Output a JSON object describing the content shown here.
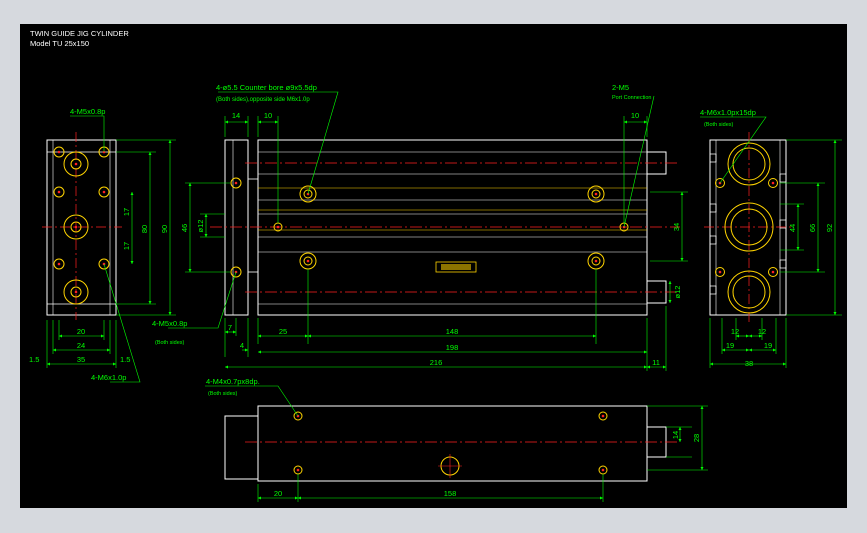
{
  "title": {
    "line1": "TWIN GUIDE JIG CYLINDER",
    "line2": "Model  TU  25x150"
  },
  "colors": {
    "background": "#000000",
    "outline": "#ffffff",
    "dimension": "#00ff00",
    "center_line": "#ff2020",
    "hole": "#ffd400",
    "hole_center": "#ff2020"
  },
  "callouts": {
    "counterbore": "4-ø5.5 Counter bore  ø9x5.5dp",
    "counterbore_sub": "(Both sides),opposite side  M6x1.0p",
    "port": "2-M5",
    "port_sub": "Port Connection",
    "left_top": "4-M5x0.8p",
    "left_bottom": "4-M6x1.0p",
    "front_left": "4-M5x0.8p",
    "front_left_sub": "(Both sides)",
    "right_top": "4-M6x1.0px15dp",
    "right_top_sub": "(Both sides)",
    "bottom_view": "4-M4x0.7px8dp.",
    "bottom_view_sub": "(Both sides)"
  },
  "dims": {
    "left_view": {
      "d90": "90",
      "d80": "80",
      "d17a": "17",
      "d17b": "17",
      "d20": "20",
      "d24": "24",
      "d35": "35",
      "d15a": "1.5",
      "d15b": "1.5"
    },
    "front_view": {
      "d14": "14",
      "d10a": "10",
      "d10b": "10",
      "d46": "46",
      "d12a": "ø12",
      "d34": "34",
      "d12b": "ø12",
      "d7": "7",
      "d4": "4",
      "d25": "25",
      "d148": "148",
      "d198": "198",
      "d216": "216",
      "d11": "11"
    },
    "right_view": {
      "d92": "92",
      "d66": "66",
      "d44": "44",
      "d12a": "12",
      "d12b": "12",
      "d19a": "19",
      "d19b": "19",
      "d38": "38"
    },
    "bottom_view": {
      "d14": "14",
      "d28": "28",
      "d20": "20",
      "d158": "158"
    }
  }
}
